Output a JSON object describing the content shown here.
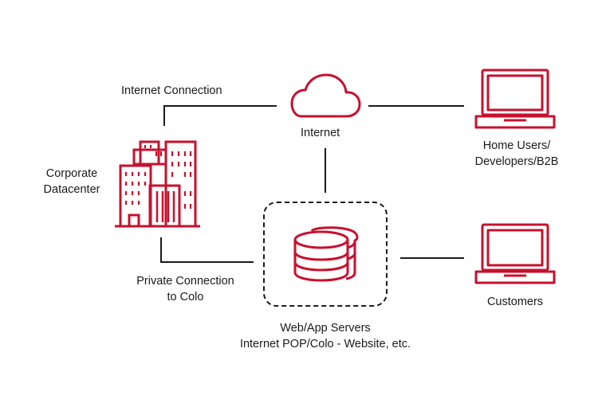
{
  "diagram": {
    "accent_color": "#c8102e",
    "line_color": "#1a1a1a",
    "nodes": {
      "corporate": {
        "line1": "Corporate",
        "line2": "Datacenter",
        "icon": "office-buildings-icon"
      },
      "internet": {
        "label": "Internet",
        "icon": "cloud-icon"
      },
      "home_users": {
        "line1": "Home Users/",
        "line2": "Developers/B2B",
        "icon": "laptop-icon"
      },
      "servers": {
        "line1": "Web/App Servers",
        "line2": "Internet POP/Colo - Website, etc.",
        "icon": "database-icon"
      },
      "customers": {
        "label": "Customers",
        "icon": "laptop-icon"
      }
    },
    "edges": {
      "internet_connection": "Internet Connection",
      "private_connection_line1": "Private Connection",
      "private_connection_line2": "to Colo"
    }
  }
}
